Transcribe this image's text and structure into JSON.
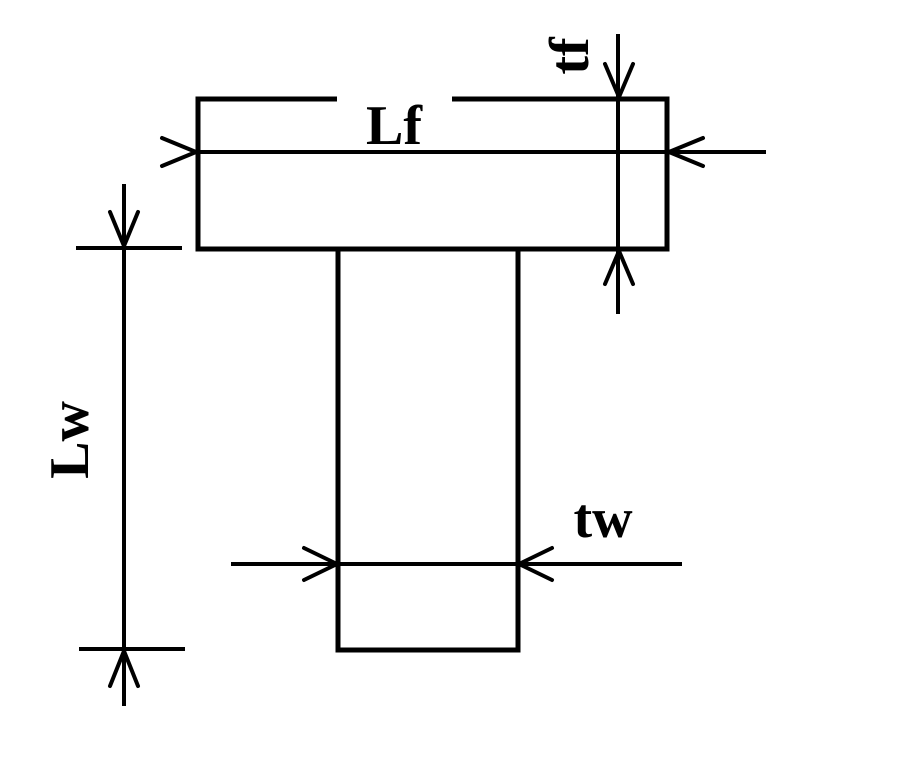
{
  "diagram": {
    "labels": {
      "flange_length": "Lf",
      "flange_thickness": "tf",
      "web_length": "Lw",
      "web_thickness": "tw"
    },
    "colors": {
      "stroke": "#000000",
      "background": "#ffffff"
    }
  }
}
